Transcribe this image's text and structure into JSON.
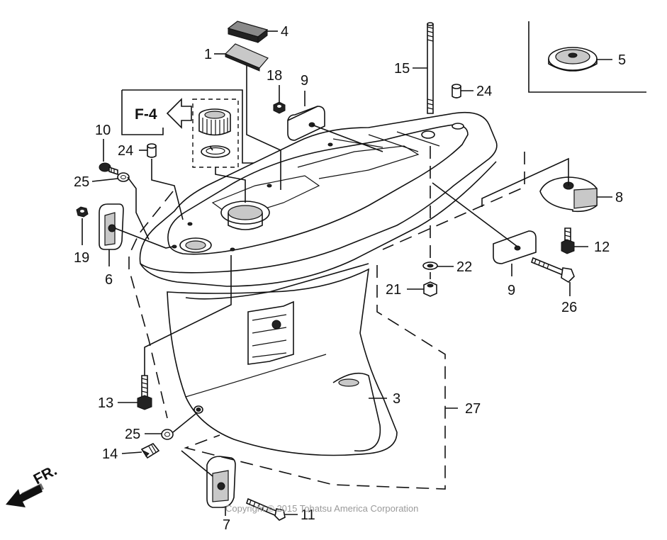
{
  "callouts": {
    "c1": "1",
    "c3": "3",
    "c4": "4",
    "c5": "5",
    "c6": "6",
    "c7": "7",
    "c8": "8",
    "c9a": "9",
    "c9b": "9",
    "c10": "10",
    "c11": "11",
    "c12": "12",
    "c13": "13",
    "c14": "14",
    "c15": "15",
    "c18": "18",
    "c19": "19",
    "c21": "21",
    "c22": "22",
    "c24a": "24",
    "c24b": "24",
    "c25a": "25",
    "c25b": "25",
    "c26": "26",
    "c27": "27"
  },
  "reference_label": "F-4",
  "direction_label": "FR.",
  "copyright": "Copyright © 2015 Tohatsu America Corporation",
  "colors": {
    "line": "#111111",
    "background": "#ffffff",
    "watermark": "#9a9a9a"
  }
}
